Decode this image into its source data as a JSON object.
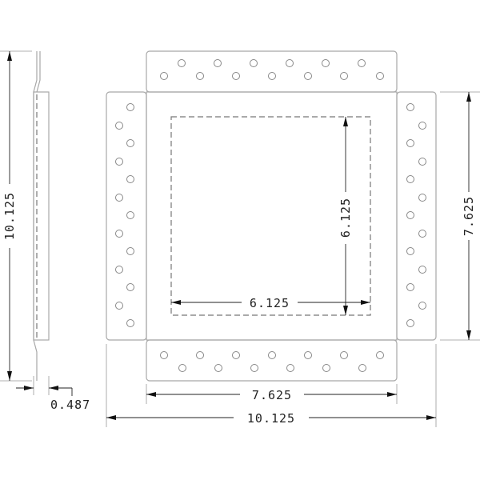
{
  "dimensions": {
    "overall_height": "10.125",
    "thickness": "0.487",
    "flange_height": "7.625",
    "opening_height": "6.125",
    "opening_width": "6.125",
    "flange_width": "7.625",
    "overall_width": "10.125"
  },
  "colors": {
    "part_outline": "#a8a8a8",
    "dimension": "#222222"
  }
}
